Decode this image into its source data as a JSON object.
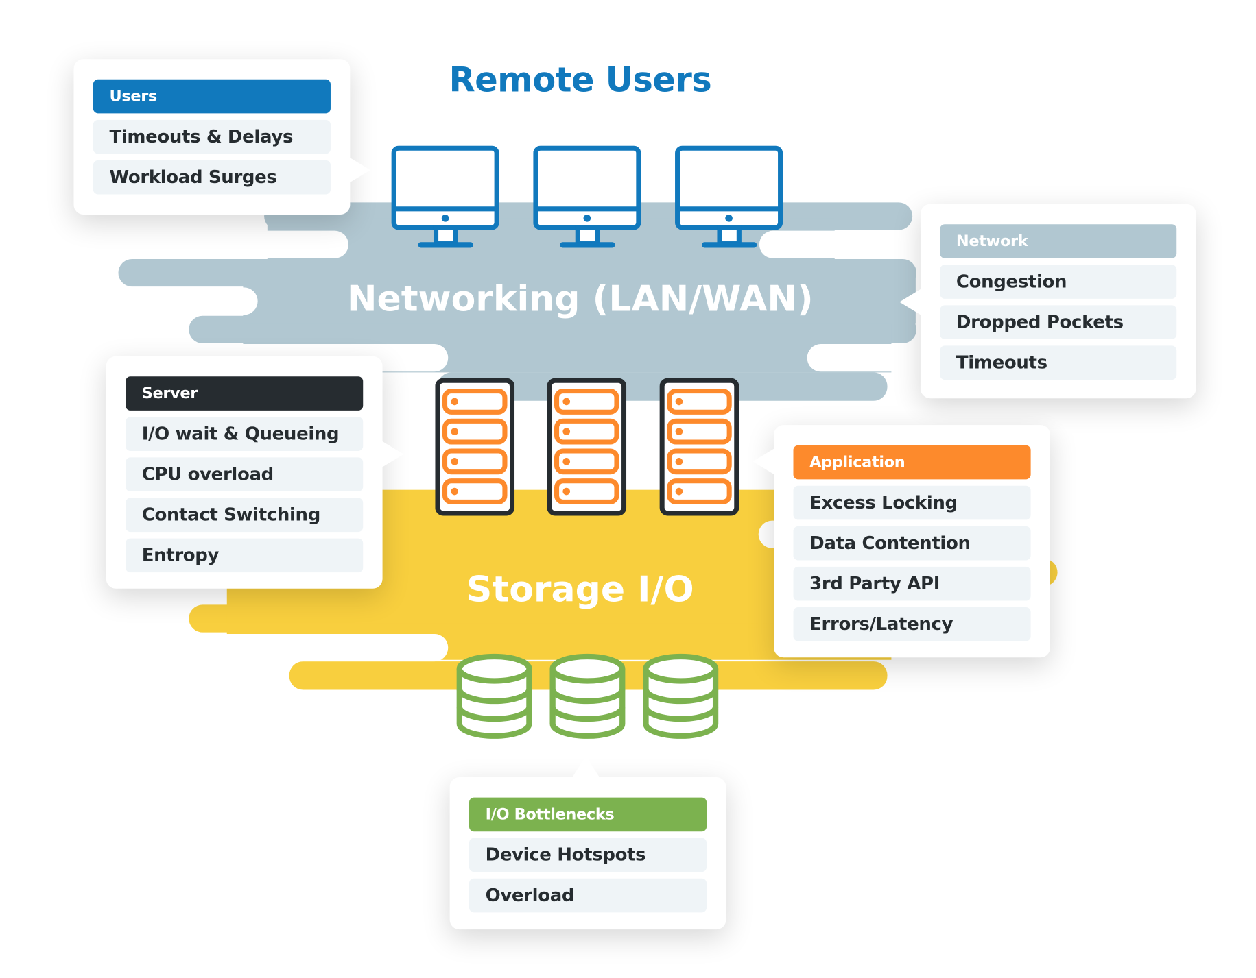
{
  "title": "Remote Users",
  "zones": {
    "network": {
      "label": "Networking (LAN/WAN)",
      "color": "#b1c7d1"
    },
    "storage": {
      "label": "Storage I/O",
      "color": "#f8cf3e"
    }
  },
  "icons": {
    "monitors": {
      "count": 3,
      "color": "#1179bd"
    },
    "servers": {
      "count": 3,
      "frame_color": "#262c30",
      "slot_color": "#fd8a2c"
    },
    "databases": {
      "count": 3,
      "color": "#7cb24f"
    }
  },
  "cards": {
    "users": {
      "header": "Users",
      "header_color": "#1179bd",
      "items": [
        "Timeouts & Delays",
        "Workload Surges"
      ]
    },
    "network": {
      "header": "Network",
      "header_color": "#b1c7d1",
      "items": [
        "Congestion",
        "Dropped Pockets",
        "Timeouts"
      ]
    },
    "server": {
      "header": "Server",
      "header_color": "#262c30",
      "items": [
        "I/O wait & Queueing",
        "CPU overload",
        "Contact Switching",
        "Entropy"
      ]
    },
    "application": {
      "header": "Application",
      "header_color": "#fd8a2c",
      "items": [
        "Excess Locking",
        "Data Contention",
        "3rd Party API",
        "Errors/Latency"
      ]
    },
    "io": {
      "header": "I/O Bottlenecks",
      "header_color": "#7cb24f",
      "items": [
        "Device Hotspots",
        "Overload"
      ]
    }
  }
}
